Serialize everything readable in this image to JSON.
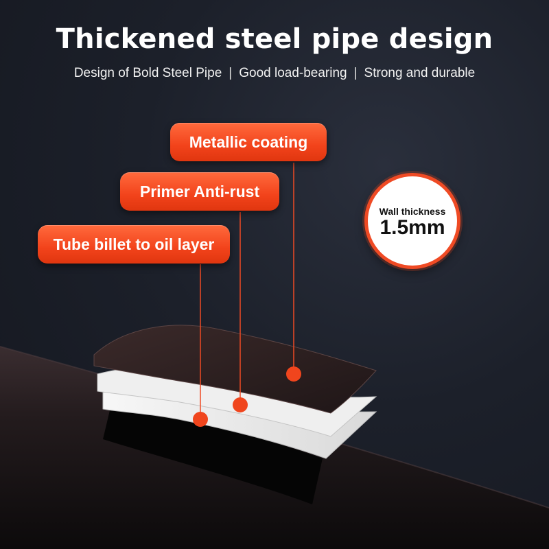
{
  "header": {
    "title": "Thickened steel pipe design",
    "subtitle_parts": [
      "Design of Bold Steel Pipe",
      "Good load-bearing",
      "Strong and durable"
    ],
    "separator": "|"
  },
  "layers": {
    "metallic_coating": "Metallic coating",
    "primer_anti_rust": "Primer Anti-rust",
    "tube_billet_oil": "Tube billet to oil layer"
  },
  "badge": {
    "label": "Wall thickness",
    "value": "1.5mm"
  },
  "colors": {
    "accent": "#f2431b",
    "background": "#1c202a",
    "pipe": "#231c1e",
    "layer_light": "#f1f1f1"
  }
}
